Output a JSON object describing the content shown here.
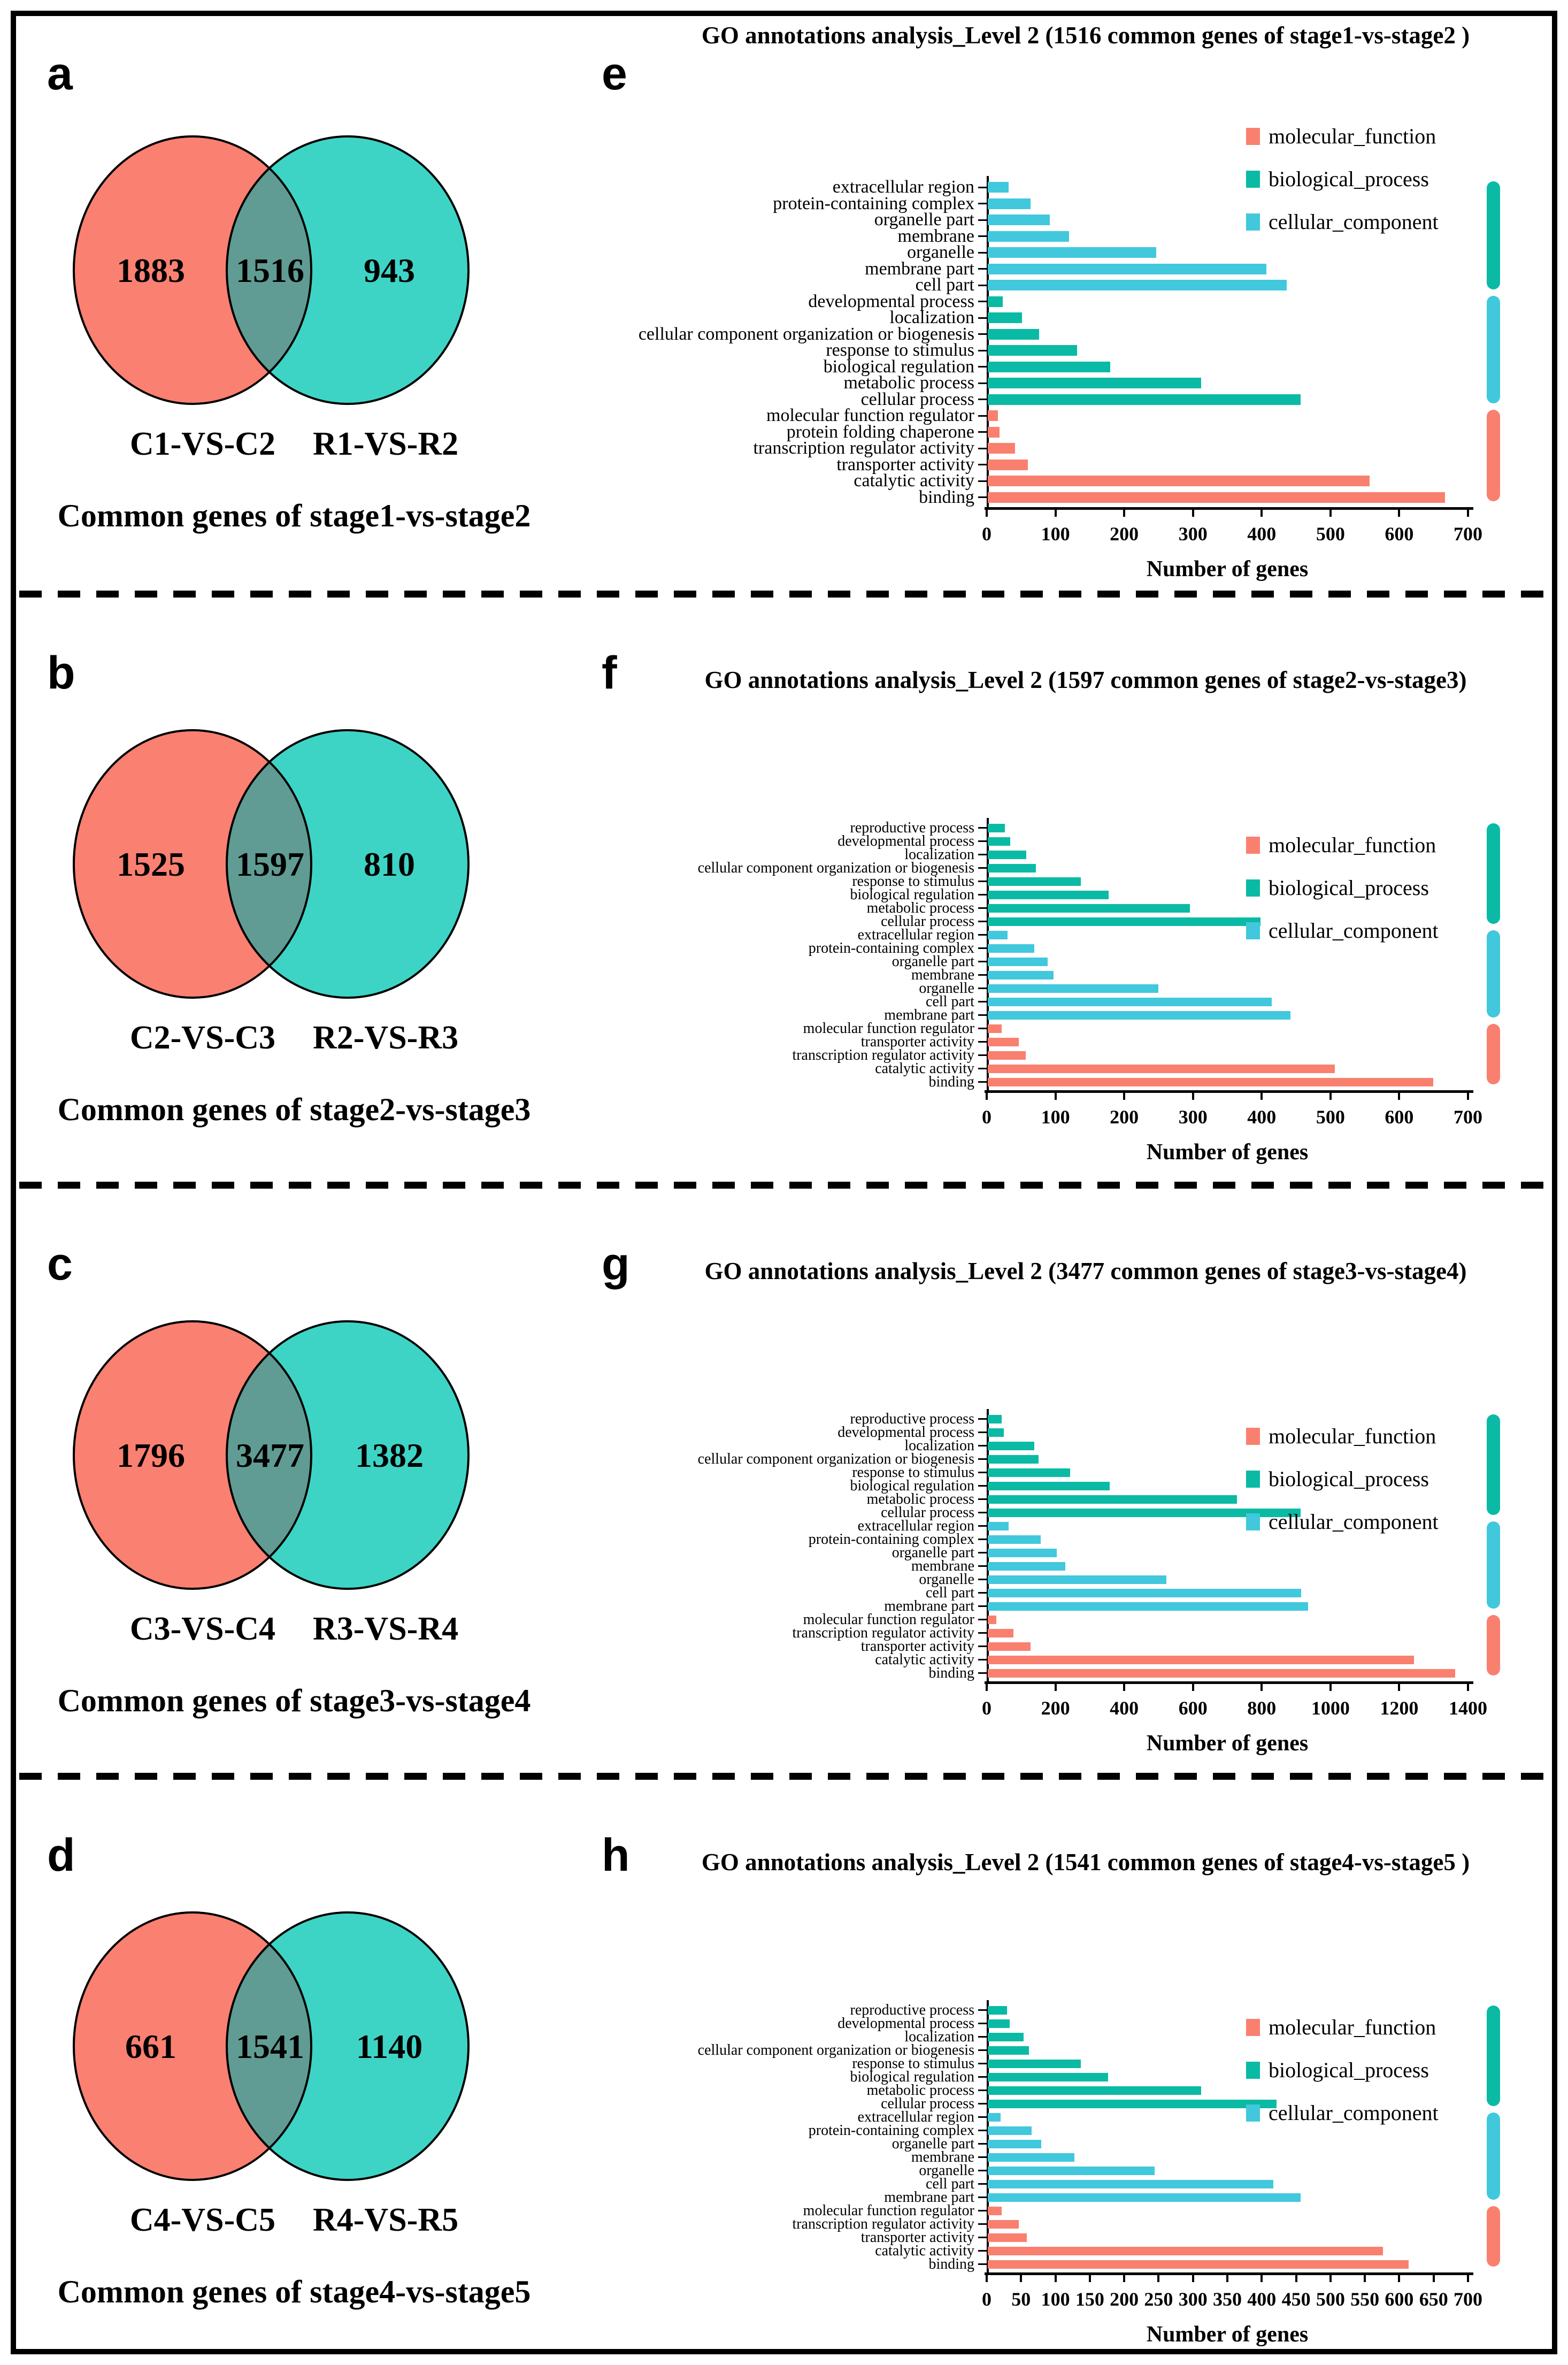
{
  "figure": {
    "colors": {
      "molecular_function": "#F9806F",
      "biological_process": "#0ABAA4",
      "cellular_component": "#41C8DC",
      "venn_left": "#FA8072",
      "venn_right": "#3ED4C5",
      "venn_overlap": "#609C93",
      "outline": "#000000"
    },
    "group_sidebar_colors": [
      "#0ABAA4",
      "#41C8DC",
      "#F9806F"
    ],
    "panels": [
      {
        "venn_letter": "a",
        "chart_letter": "e",
        "venn": {
          "left_label": "C1-VS-C2",
          "right_label": "R1-VS-R2",
          "left_count": "1883",
          "common_count": "1516",
          "right_count": "943",
          "caption": "Common genes of stage1-vs-stage2"
        }
      },
      {
        "venn_letter": "b",
        "chart_letter": "f",
        "venn": {
          "left_label": "C2-VS-C3",
          "right_label": "R2-VS-R3",
          "left_count": "1525",
          "common_count": "1597",
          "right_count": "810",
          "caption": "Common genes of stage2-vs-stage3"
        }
      },
      {
        "venn_letter": "c",
        "chart_letter": "g",
        "venn": {
          "left_label": "C3-VS-C4",
          "right_label": "R3-VS-R4",
          "left_count": "1796",
          "common_count": "3477",
          "right_count": "1382",
          "caption": "Common genes of stage3-vs-stage4"
        }
      },
      {
        "venn_letter": "d",
        "chart_letter": "h",
        "venn": {
          "left_label": "C4-VS-C5",
          "right_label": "R4-VS-R5",
          "left_count": "661",
          "common_count": "1541",
          "right_count": "1140",
          "caption": "Common genes of stage4-vs-stage5"
        }
      }
    ]
  },
  "chart_data": [
    {
      "type": "bar",
      "orientation": "horizontal",
      "title": "GO annotations analysis_Level 2 (1516 common genes of stage1-vs-stage2 )",
      "xlabel": "Number of genes",
      "xlim": [
        0,
        700
      ],
      "xticks": [
        0,
        100,
        200,
        300,
        400,
        500,
        600,
        700
      ],
      "grid": false,
      "legend_position": "top-right",
      "legend": [
        "molecular_function",
        "biological_process",
        "cellular_component"
      ],
      "bars": [
        {
          "label": "extracellular region",
          "value": 30,
          "group": "cellular_component"
        },
        {
          "label": "protein-containing complex",
          "value": 62,
          "group": "cellular_component"
        },
        {
          "label": "organelle part",
          "value": 90,
          "group": "cellular_component"
        },
        {
          "label": "membrane",
          "value": 118,
          "group": "cellular_component"
        },
        {
          "label": "organelle",
          "value": 245,
          "group": "cellular_component"
        },
        {
          "label": "membrane part",
          "value": 405,
          "group": "cellular_component"
        },
        {
          "label": "cell part",
          "value": 435,
          "group": "cellular_component"
        },
        {
          "label": "developmental process",
          "value": 22,
          "group": "biological_process"
        },
        {
          "label": "localization",
          "value": 50,
          "group": "biological_process"
        },
        {
          "label": "cellular component organization or biogenesis",
          "value": 75,
          "group": "biological_process"
        },
        {
          "label": "response to stimulus",
          "value": 130,
          "group": "biological_process"
        },
        {
          "label": "biological regulation",
          "value": 178,
          "group": "biological_process"
        },
        {
          "label": "metabolic process",
          "value": 310,
          "group": "biological_process"
        },
        {
          "label": "cellular process",
          "value": 455,
          "group": "biological_process"
        },
        {
          "label": "molecular function regulator",
          "value": 15,
          "group": "molecular_function"
        },
        {
          "label": "protein folding chaperone",
          "value": 17,
          "group": "molecular_function"
        },
        {
          "label": "transcription regulator activity",
          "value": 40,
          "group": "molecular_function"
        },
        {
          "label": "transporter activity",
          "value": 58,
          "group": "molecular_function"
        },
        {
          "label": "catalytic activity",
          "value": 555,
          "group": "molecular_function"
        },
        {
          "label": "binding",
          "value": 665,
          "group": "molecular_function"
        }
      ]
    },
    {
      "type": "bar",
      "orientation": "horizontal",
      "title": "GO annotations analysis_Level 2 (1597 common genes of stage2-vs-stage3)",
      "xlabel": "Number of genes",
      "xlim": [
        0,
        700
      ],
      "xticks": [
        0,
        100,
        200,
        300,
        400,
        500,
        600,
        700
      ],
      "grid": false,
      "legend_position": "top-right",
      "legend": [
        "molecular_function",
        "biological_process",
        "cellular_component"
      ],
      "bars": [
        {
          "label": "reproductive process",
          "value": 25,
          "group": "biological_process"
        },
        {
          "label": "developmental process",
          "value": 33,
          "group": "biological_process"
        },
        {
          "label": "localization",
          "value": 56,
          "group": "biological_process"
        },
        {
          "label": "cellular component organization or biogenesis",
          "value": 70,
          "group": "biological_process"
        },
        {
          "label": "response to stimulus",
          "value": 135,
          "group": "biological_process"
        },
        {
          "label": "biological regulation",
          "value": 176,
          "group": "biological_process"
        },
        {
          "label": "metabolic process",
          "value": 294,
          "group": "biological_process"
        },
        {
          "label": "cellular process",
          "value": 397,
          "group": "biological_process"
        },
        {
          "label": "extracellular region",
          "value": 29,
          "group": "cellular_component"
        },
        {
          "label": "protein-containing complex",
          "value": 68,
          "group": "cellular_component"
        },
        {
          "label": "organelle part",
          "value": 87,
          "group": "cellular_component"
        },
        {
          "label": "membrane",
          "value": 96,
          "group": "cellular_component"
        },
        {
          "label": "organelle",
          "value": 248,
          "group": "cellular_component"
        },
        {
          "label": "cell part",
          "value": 413,
          "group": "cellular_component"
        },
        {
          "label": "membrane part",
          "value": 440,
          "group": "cellular_component"
        },
        {
          "label": "molecular function regulator",
          "value": 20,
          "group": "molecular_function"
        },
        {
          "label": "transporter activity",
          "value": 45,
          "group": "molecular_function"
        },
        {
          "label": "transcription regulator activity",
          "value": 55,
          "group": "molecular_function"
        },
        {
          "label": "catalytic activity",
          "value": 505,
          "group": "molecular_function"
        },
        {
          "label": "binding",
          "value": 648,
          "group": "molecular_function"
        }
      ]
    },
    {
      "type": "bar",
      "orientation": "horizontal",
      "title": "GO annotations analysis_Level 2 (3477 common genes of stage3-vs-stage4)",
      "xlabel": "Number of genes",
      "xlim": [
        0,
        1400
      ],
      "xticks": [
        0,
        200,
        400,
        600,
        800,
        1000,
        1200,
        1400
      ],
      "grid": false,
      "legend_position": "top-right",
      "legend": [
        "molecular_function",
        "biological_process",
        "cellular_component"
      ],
      "bars": [
        {
          "label": "reproductive process",
          "value": 40,
          "group": "biological_process"
        },
        {
          "label": "developmental process",
          "value": 46,
          "group": "biological_process"
        },
        {
          "label": "localization",
          "value": 135,
          "group": "biological_process"
        },
        {
          "label": "cellular component organization or biogenesis",
          "value": 148,
          "group": "biological_process"
        },
        {
          "label": "response to stimulus",
          "value": 240,
          "group": "biological_process"
        },
        {
          "label": "biological regulation",
          "value": 355,
          "group": "biological_process"
        },
        {
          "label": "metabolic process",
          "value": 725,
          "group": "biological_process"
        },
        {
          "label": "cellular process",
          "value": 910,
          "group": "biological_process"
        },
        {
          "label": "extracellular region",
          "value": 60,
          "group": "cellular_component"
        },
        {
          "label": "protein-containing complex",
          "value": 154,
          "group": "cellular_component"
        },
        {
          "label": "organelle part",
          "value": 200,
          "group": "cellular_component"
        },
        {
          "label": "membrane",
          "value": 226,
          "group": "cellular_component"
        },
        {
          "label": "organelle",
          "value": 520,
          "group": "cellular_component"
        },
        {
          "label": "cell part",
          "value": 912,
          "group": "cellular_component"
        },
        {
          "label": "membrane part",
          "value": 932,
          "group": "cellular_component"
        },
        {
          "label": "molecular function regulator",
          "value": 25,
          "group": "molecular_function"
        },
        {
          "label": "transcription regulator activity",
          "value": 75,
          "group": "molecular_function"
        },
        {
          "label": "transporter activity",
          "value": 125,
          "group": "molecular_function"
        },
        {
          "label": "catalytic activity",
          "value": 1240,
          "group": "molecular_function"
        },
        {
          "label": "binding",
          "value": 1360,
          "group": "molecular_function"
        }
      ]
    },
    {
      "type": "bar",
      "orientation": "horizontal",
      "title": "GO annotations analysis_Level 2 (1541 common genes of stage4-vs-stage5 )",
      "xlabel": "Number of genes",
      "xlim": [
        0,
        700
      ],
      "xticks": [
        0,
        50,
        100,
        150,
        200,
        250,
        300,
        350,
        400,
        450,
        500,
        550,
        600,
        650,
        700
      ],
      "grid": false,
      "legend_position": "top-right",
      "legend": [
        "molecular_function",
        "biological_process",
        "cellular_component"
      ],
      "bars": [
        {
          "label": "reproductive process",
          "value": 28,
          "group": "biological_process"
        },
        {
          "label": "developmental process",
          "value": 32,
          "group": "biological_process"
        },
        {
          "label": "localization",
          "value": 52,
          "group": "biological_process"
        },
        {
          "label": "cellular component organization or biogenesis",
          "value": 60,
          "group": "biological_process"
        },
        {
          "label": "response to stimulus",
          "value": 135,
          "group": "biological_process"
        },
        {
          "label": "biological regulation",
          "value": 175,
          "group": "biological_process"
        },
        {
          "label": "metabolic process",
          "value": 310,
          "group": "biological_process"
        },
        {
          "label": "cellular process",
          "value": 420,
          "group": "biological_process"
        },
        {
          "label": "extracellular region",
          "value": 19,
          "group": "cellular_component"
        },
        {
          "label": "protein-containing complex",
          "value": 64,
          "group": "cellular_component"
        },
        {
          "label": "organelle part",
          "value": 78,
          "group": "cellular_component"
        },
        {
          "label": "membrane",
          "value": 126,
          "group": "cellular_component"
        },
        {
          "label": "organelle",
          "value": 243,
          "group": "cellular_component"
        },
        {
          "label": "cell part",
          "value": 415,
          "group": "cellular_component"
        },
        {
          "label": "membrane part",
          "value": 455,
          "group": "cellular_component"
        },
        {
          "label": "molecular function regulator",
          "value": 20,
          "group": "molecular_function"
        },
        {
          "label": "transcription regulator activity",
          "value": 45,
          "group": "molecular_function"
        },
        {
          "label": "transporter activity",
          "value": 57,
          "group": "molecular_function"
        },
        {
          "label": "catalytic activity",
          "value": 575,
          "group": "molecular_function"
        },
        {
          "label": "binding",
          "value": 612,
          "group": "molecular_function"
        }
      ]
    }
  ]
}
